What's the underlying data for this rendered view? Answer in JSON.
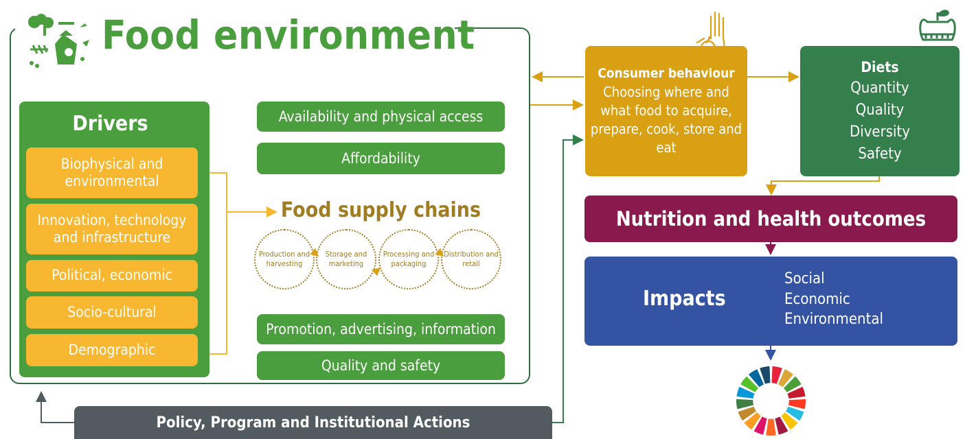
{
  "title": "Food environment",
  "drivers": {
    "title": "Drivers",
    "items": [
      "Biophysical and environmental",
      "Innovation, technology and infrastructure",
      "Political, economic",
      "Socio-cultural",
      "Demographic"
    ]
  },
  "food_env_items": [
    "Availability and physical access",
    "Affordability",
    "Promotion, advertising, information",
    "Quality and safety"
  ],
  "food_supply_chains": {
    "title": "Food supply chains",
    "stages": [
      "Production and harvesting",
      "Storage and marketing",
      "Processing and packaging",
      "Distribution and retail"
    ]
  },
  "consumer_behaviour": {
    "title": "Consumer behaviour",
    "text": "Choosing where and what food to acquire, prepare, cook, store and eat"
  },
  "diets": {
    "title": "Diets",
    "items": [
      "Quantity",
      "Quality",
      "Diversity",
      "Safety"
    ]
  },
  "nutrition": "Nutrition and health outcomes",
  "impacts": {
    "title": "Impacts",
    "items": [
      "Social",
      "Economic",
      "Environmental"
    ]
  },
  "policy": "Policy, Program and Institutional Actions",
  "colors": {
    "green": "#4a9e3d",
    "dark_green": "#357f4d",
    "amber": "#f7b731",
    "consumer": "#d9a013",
    "maroon": "#8a1a4d",
    "blue": "#3454a3",
    "gray": "#515b60",
    "supply_chain": "#a07c22"
  },
  "icons": [
    "food-environment-logo-icon",
    "hand-apple-icon",
    "apple-ruler-icon",
    "sdg-wheel-icon"
  ]
}
